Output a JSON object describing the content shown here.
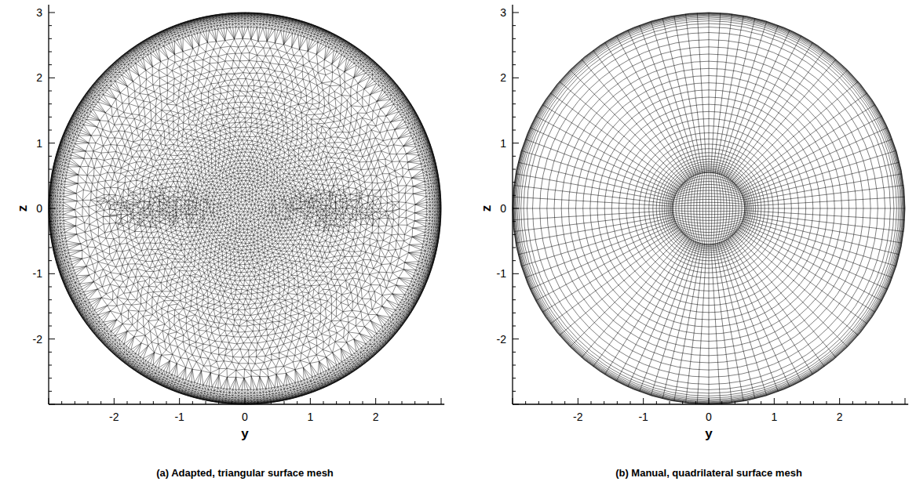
{
  "diagram": {
    "labels": [
      "3",
      "2",
      "1",
      "0",
      "-1",
      "-2",
      "z",
      "-2",
      "-1",
      "0",
      "1",
      "2",
      "y",
      "(a) Adapted, triangular surface mesh",
      "3",
      "2",
      "1",
      "0",
      "-1",
      "-2",
      "z",
      "-2",
      "-1",
      "0",
      "1",
      "2",
      "y",
      "(b) Manual, quadrilateral surface mesh"
    ]
  }
}
